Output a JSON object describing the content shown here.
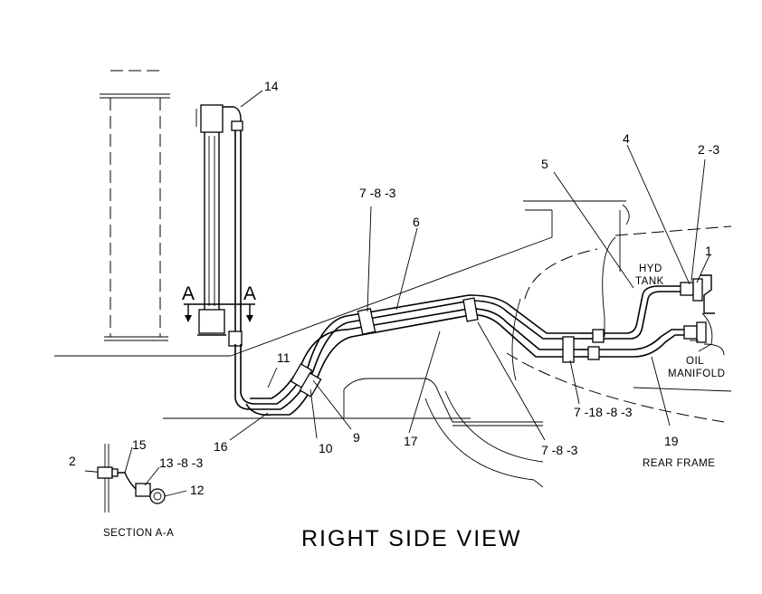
{
  "title": "RIGHT SIDE VIEW",
  "section_label": "SECTION A-A",
  "section_markers": [
    "A",
    "A"
  ],
  "callouts": {
    "c14": "14",
    "c4": "4",
    "c2_3": "2 -3",
    "c5": "5",
    "c1": "1",
    "c7_8_3_top": "7 -8 -3",
    "c6": "6",
    "c11": "11",
    "c16": "16",
    "c10": "10",
    "c9": "9",
    "c17": "17",
    "c7_8_3_bottom": "7 -8 -3",
    "c7_18_8_3": "7 -18 -8 -3",
    "c19": "19",
    "c2": "2",
    "c15": "15",
    "c13_8_3": "13 -8 -3",
    "c12": "12"
  },
  "labels": {
    "hyd": "HYD",
    "tank": "TANK",
    "oil": "OIL",
    "manifold": "MANIFOLD",
    "rear_frame": "REAR FRAME"
  }
}
